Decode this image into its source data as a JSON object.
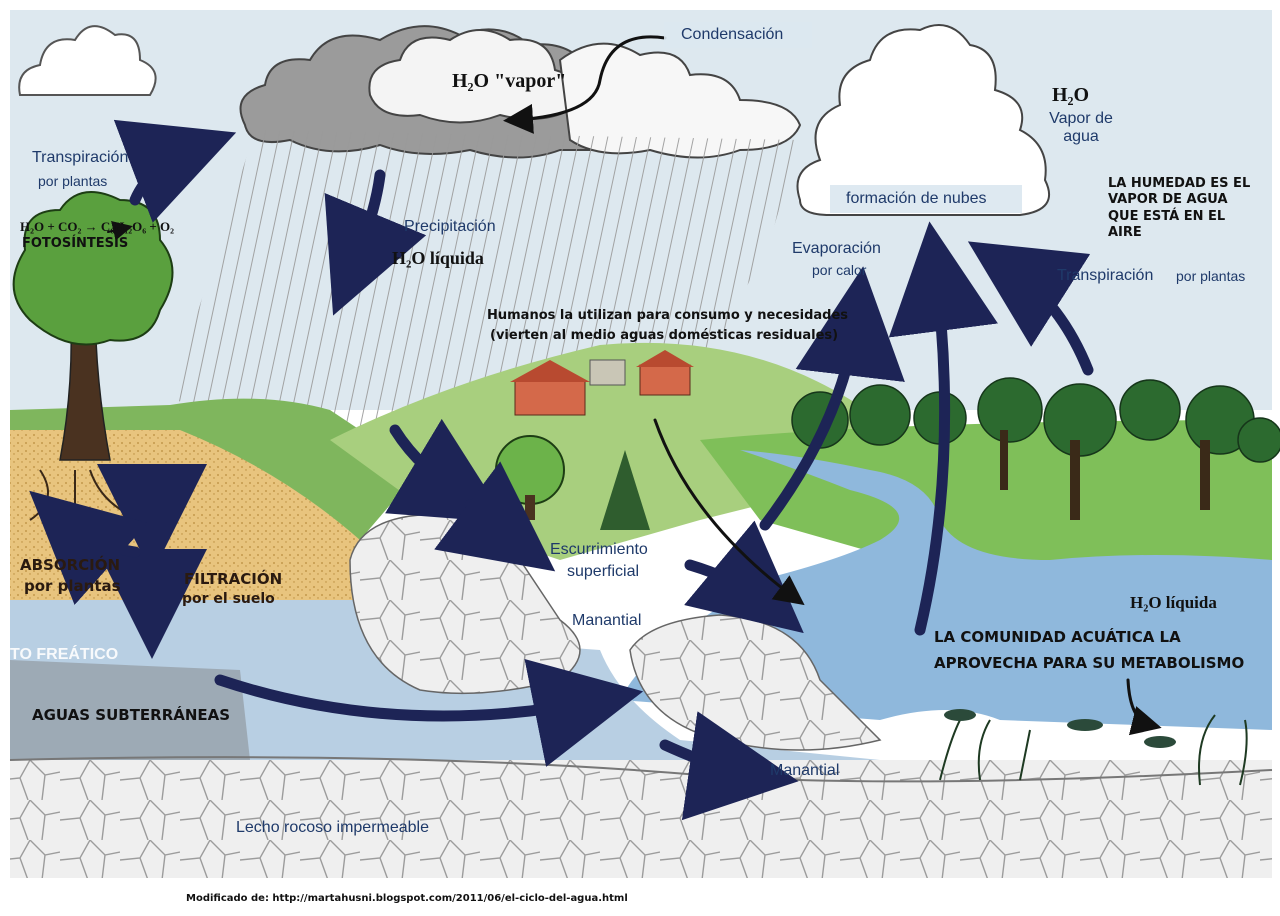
{
  "labels": {
    "condensacion": "Condensación",
    "h2o_vapor": "H₂O \"vapor\"",
    "h2o_vapor_agua_formula": "H₂O",
    "vapor_de_agua": "Vapor de agua",
    "humedad": "LA HUMEDAD ES EL VAPOR DE AGUA QUE ESTÁ EN EL AIRE",
    "formacion_nubes": "formación de nubes",
    "transpiracion_left": "Transpiración",
    "por_plantas_left": "por plantas",
    "fotosintesis_eq": "H₂O + CO₂ → C₆H₁₂O₆ + O₂",
    "fotosintesis": "FOTOSÍNTESIS",
    "precipitacion": "Precipitación",
    "h2o_liquida_top": "H₂O líquida",
    "evaporacion": "Evaporación",
    "por_calor": "por calor",
    "transpiracion_right": "Transpiración",
    "por_plantas_right": "por plantas",
    "humanos": "Humanos la utilizan para consumo y necesidades",
    "vierten": "(vierten al medio aguas domésticas residuales)",
    "escurrimiento": "Escurrimiento",
    "superficial": "superficial",
    "manantial_upper": "Manantial",
    "manantial_lower": "Manantial",
    "absorcion": "ABSORCIÓN",
    "absorcion_sub": "por plantas",
    "filtracion": "FILTRACIÓN",
    "filtracion_sub": "por el suelo",
    "freatico": "TO FREÁTICO",
    "aguas_subterraneas": "AGUAS SUBTERRÁNEAS",
    "comunidad_line1": "LA COMUNIDAD ACUÁTICA LA",
    "comunidad_line2": "APROVECHA PARA SU METABOLISMO",
    "h2o_liquida_right": "H₂O líquida",
    "lecho": "Lecho rocoso impermeable",
    "credit": "Modificado de: http://martahusni.blogspot.com/2011/06/el-ciclo-del-agua.html"
  },
  "colors": {
    "sky": "#d9e6ee",
    "arrow": "#1d2456",
    "water": "#8fb6d9",
    "soil": "#e9c07a",
    "grass": "#8cc06a",
    "rock": "#ededed"
  },
  "icons": [
    "cloud",
    "tree",
    "rain",
    "house",
    "fish",
    "rock"
  ]
}
